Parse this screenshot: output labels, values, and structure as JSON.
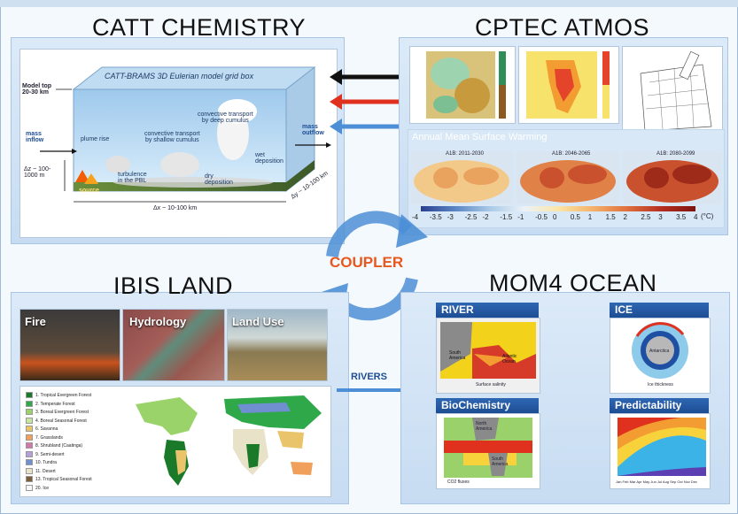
{
  "catt": {
    "title": "CATT CHEMISTRY",
    "box_title": "CATT-BRAMS 3D Eulerian model grid box",
    "model_top": "Model top\n20-30 km",
    "mass_inflow": "mass\ninflow",
    "mass_outflow": "mass\noutflow",
    "plume_rise": "plume rise",
    "conv_deep": "convective transport\nby deep cumulus",
    "conv_shallow": "convective transport\nby shallow cumulus",
    "wet_dep": "wet\ndeposition",
    "dry_dep": "dry\ndeposition",
    "source": "source",
    "dz": "Δz ~ 100-\n1000 m",
    "dx": "Δx ~ 10-100 km",
    "dy": "Δy ~ 10-100 km",
    "turb": "turbulence\nin the PBL"
  },
  "atmos": {
    "title": "CPTEC ATMOS",
    "warming_title": "Annual Mean Surface Warming",
    "maps": [
      "A1B: 2011-2030",
      "A1B: 2046-2065",
      "A1B: 2080-2099"
    ],
    "scale_ticks": [
      "-4",
      "-3.5",
      "-3",
      "-2.5",
      "-2",
      "-1.5",
      "-1",
      "-0.5",
      "0",
      "0.5",
      "1",
      "1.5",
      "2",
      "2.5",
      "3",
      "3.5",
      "4"
    ],
    "scale_unit": "(°C)"
  },
  "coupler": {
    "label": "COUPLER"
  },
  "land": {
    "title": "IBIS LAND",
    "photos": [
      "Fire",
      "Hydrology",
      "Land Use"
    ],
    "legend": [
      {
        "label": "1. Tropical Evergreen Forest",
        "color": "#1a7a2a"
      },
      {
        "label": "2. Temperate Forest",
        "color": "#2fa84a"
      },
      {
        "label": "3. Boreal Evergreen Forest",
        "color": "#9ad36a"
      },
      {
        "label": "4. Boreal Seasonal Forest",
        "color": "#c7e6a0"
      },
      {
        "label": "6. Savanna",
        "color": "#e9c46a"
      },
      {
        "label": "7. Grasslands",
        "color": "#f0a05a"
      },
      {
        "label": "8. Shrubland (Caatinga)",
        "color": "#d27aa6"
      },
      {
        "label": "9. Semi-desert",
        "color": "#b3a0d9"
      },
      {
        "label": "10. Tundra",
        "color": "#6f8fd0"
      },
      {
        "label": "11. Desert",
        "color": "#e8e2c8"
      },
      {
        "label": "13. Tropical Seasonal Forest",
        "color": "#7b5f3a"
      },
      {
        "label": "20. Ice",
        "color": "#f7f7f7"
      }
    ]
  },
  "rivers": {
    "label": "RIVERS"
  },
  "ocean": {
    "title": "MOM4 OCEAN",
    "river": {
      "head": "RIVER",
      "caption": "Surface salinity",
      "south_america": "South\nAmerica",
      "atlantic": "Atlantic\nOcean"
    },
    "ice": {
      "head": "ICE",
      "caption": "Ice thickness",
      "antarctica": "Antarctica"
    },
    "bio": {
      "head": "BioChemistry",
      "caption": "CO2 fluxes",
      "north_america": "North\nAmerica",
      "south_america": "South\nAmerica"
    },
    "pred": {
      "head": "Predictability",
      "months": "Jan Feb Mar Apr May Jun Jul Aug Sep Oct Nov Dec"
    }
  },
  "colors": {
    "accent_blue": "#1d4d94",
    "coupler_orange": "#e8571e",
    "arrow_black": "#111111",
    "arrow_red": "#e0301e",
    "arrow_blue": "#4d8fd6"
  }
}
